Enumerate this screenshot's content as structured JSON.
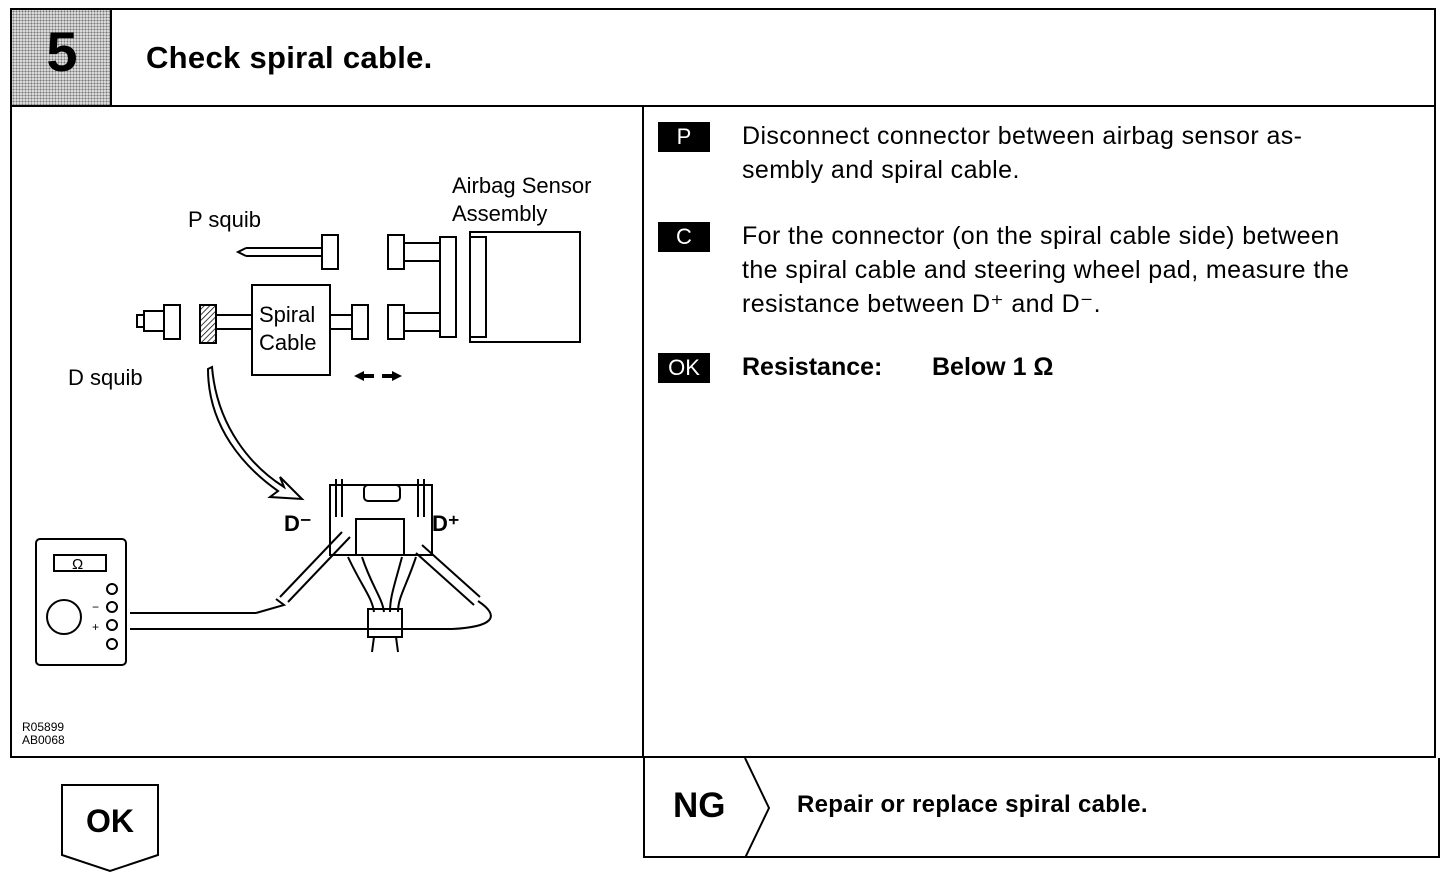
{
  "header": {
    "step_number": "5",
    "title": "Check spiral cable."
  },
  "diagram": {
    "labels": {
      "airbag_sensor_line1": "Airbag Sensor",
      "airbag_sensor_line2": "Assembly",
      "p_squib": "P squib",
      "d_squib": "D squib",
      "spiral_line1": "Spiral",
      "spiral_line2": "Cable",
      "d_minus": "D⁻",
      "d_plus": "D⁺",
      "ohm_symbol": "Ω",
      "meter_minus": "−",
      "meter_plus": "+"
    },
    "figure_codes": [
      "R05899",
      "AB0068"
    ]
  },
  "instructions": [
    {
      "badge": "P",
      "lines": [
        "Disconnect connector between airbag sensor as-",
        "sembly and spiral cable."
      ]
    },
    {
      "badge": "C",
      "lines": [
        "For the connector (on the spiral cable side) between",
        "the spiral cable and steering wheel pad, measure the",
        "resistance between D⁺ and D⁻."
      ]
    }
  ],
  "ok_spec": {
    "badge": "OK",
    "label": "Resistance:",
    "value": "Below 1 Ω"
  },
  "results": {
    "ok_label": "OK",
    "ng_label": "NG",
    "ng_text": "Repair or replace spiral cable."
  }
}
